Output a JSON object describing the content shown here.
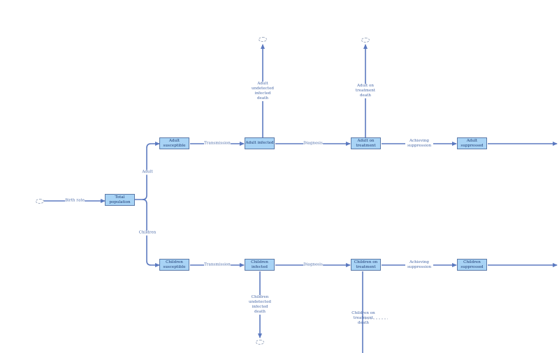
{
  "colors": {
    "flow": "#5b79c0",
    "stock_fill": "#a8d3f5",
    "stock_border": "#5b79a8",
    "text": "#1f3c73"
  },
  "stocks": {
    "total_population": "Total population",
    "adult_susceptible": "Adult susceptible",
    "adult_infected": "Adult infected",
    "adult_on_treatment": "Adult on treatment",
    "adult_suppressed": "Adult suppressed",
    "children_susceptible": "Children susceptible",
    "children_infected": "Children infected",
    "children_on_treatment": "Children on treatment",
    "children_suppressed": "Children suppressed"
  },
  "flows": {
    "birth_rate": "Birth rate",
    "adult": "Adult",
    "children": "Children",
    "adult_transmission": "Transmission",
    "adult_diagnosis": "Diagnosis",
    "adult_achieving_suppression": "Achieving suppression",
    "adult_undetected_death": "Adult undetected infected death",
    "adult_treatment_death": "Adult on treatment death",
    "children_transmission": "Transmission",
    "children_diagnosis": "Diagnosis",
    "children_achieving_suppression": "Achieving suppression",
    "children_undetected_death": "Children undetected infected death",
    "children_treatment_death": "Children on treatment death"
  }
}
